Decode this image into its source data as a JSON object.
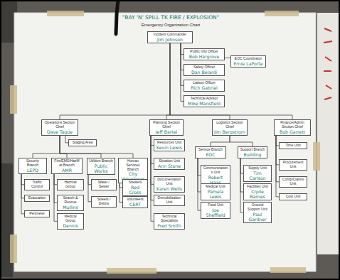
{
  "diagram": {
    "title": "\"BAY 'N' SPILL TK FIRE / EXPLOSION\"",
    "nodes": [
      {
        "text": [
          "Incident Commander",
          "Jim Johnson"
        ]
      },
      {
        "text": [
          "Public Info Officer",
          "Bob Hargrove"
        ]
      },
      {
        "text": [
          "EOC Coordinator",
          "Ernie LaPorte"
        ]
      },
      {
        "text": [
          "Safety Officer",
          "Dan Belardi"
        ]
      },
      {
        "text": [
          "Liaison Officer",
          "Rich Gabriel"
        ]
      },
      {
        "text": [
          "Technical Advisor",
          "Mike Mansfield"
        ]
      },
      {
        "text": [
          "Operations Section Chief",
          "Dave Tague"
        ]
      },
      {
        "text": [
          "Planning Section Chief",
          "Jeff Bartel"
        ]
      },
      {
        "text": [
          "Logistics Section Chief",
          "Jim Bergstrom"
        ]
      },
      {
        "text": [
          "Finance/Admin Section Chief",
          "Bob Garrett"
        ]
      },
      {
        "text": [
          "Staging Area"
        ]
      },
      {
        "text": [
          "Security Branch",
          "LEPD"
        ]
      },
      {
        "text": [
          "Fire/EMS/HazMat Branch",
          "AMR"
        ]
      },
      {
        "text": [
          "Utilities Branch",
          "Public Works"
        ]
      },
      {
        "text": [
          "Human Services Branch",
          "City Volunteers"
        ]
      },
      {
        "text": [
          "Traffic Control"
        ]
      },
      {
        "text": [
          "Evacuation"
        ]
      },
      {
        "text": [
          "Perimeter"
        ]
      },
      {
        "text": [
          "Hazmat Group"
        ]
      },
      {
        "text": [
          "Search & Rescue",
          "Mullins"
        ]
      },
      {
        "text": [
          "Medical Group",
          "Dennis"
        ]
      },
      {
        "text": [
          "Water / Sewer"
        ]
      },
      {
        "text": [
          "Streets / Debris"
        ]
      },
      {
        "text": [
          "Shelters",
          "Red Cross"
        ]
      },
      {
        "text": [
          "Volunteers",
          "CERT"
        ]
      },
      {
        "text": [
          "Resources Unit",
          "Kevin Lewis"
        ]
      },
      {
        "text": [
          "Situation Unit",
          "Ann Stone"
        ]
      },
      {
        "text": [
          "Documentation Unit",
          "Karen Wells"
        ]
      },
      {
        "text": [
          "Demobilization Unit"
        ]
      },
      {
        "text": [
          "Technical Specialists",
          "Fred Smith"
        ]
      },
      {
        "text": [
          "Service Branch",
          "EOC"
        ]
      },
      {
        "text": [
          "Support Branch",
          "Building"
        ]
      },
      {
        "text": [
          "Communications Unit",
          "Robert Haas"
        ]
      },
      {
        "text": [
          "Medical Unit",
          "Pamela Lewis"
        ]
      },
      {
        "text": [
          "Food Unit",
          "Joe Sheffield"
        ]
      },
      {
        "text": [
          "Supply Unit",
          "Tim Carlson"
        ]
      },
      {
        "text": [
          "Facilities Unit",
          "Clyde Barnes"
        ]
      },
      {
        "text": [
          "Ground Support Unit",
          "Paul Gardner"
        ]
      },
      {
        "text": [
          "Time Unit"
        ]
      },
      {
        "text": [
          "Procurement Unit"
        ]
      },
      {
        "text": [
          "Comp/Claims Unit"
        ]
      },
      {
        "text": [
          "Cost Unit"
        ]
      }
    ],
    "edges": [
      {
        "from": 0,
        "to": 1,
        "arrow": "none"
      },
      {
        "from": 1,
        "to": 2,
        "arrow": "none"
      },
      {
        "from": 0,
        "to": 3,
        "arrow": "none"
      },
      {
        "from": 0,
        "to": 4,
        "arrow": "none"
      },
      {
        "from": 0,
        "to": 5,
        "arrow": "none"
      },
      {
        "from": 0,
        "to": 6,
        "arrow": "none"
      },
      {
        "from": 0,
        "to": 7,
        "arrow": "none"
      },
      {
        "from": 0,
        "to": 8,
        "arrow": "none"
      },
      {
        "from": 0,
        "to": 9,
        "arrow": "none"
      },
      {
        "from": 6,
        "to": 10,
        "arrow": "none"
      },
      {
        "from": 6,
        "to": 11,
        "arrow": "none"
      },
      {
        "from": 6,
        "to": 12,
        "arrow": "none"
      },
      {
        "from": 6,
        "to": 13,
        "arrow": "none"
      },
      {
        "from": 6,
        "to": 14,
        "arrow": "none"
      },
      {
        "from": 11,
        "to": 15,
        "arrow": "none"
      },
      {
        "from": 11,
        "to": 16,
        "arrow": "none"
      },
      {
        "from": 11,
        "to": 17,
        "arrow": "none"
      },
      {
        "from": 12,
        "to": 18,
        "arrow": "none"
      },
      {
        "from": 12,
        "to": 19,
        "arrow": "none"
      },
      {
        "from": 12,
        "to": 20,
        "arrow": "none"
      },
      {
        "from": 13,
        "to": 21,
        "arrow": "none"
      },
      {
        "from": 13,
        "to": 22,
        "arrow": "none"
      },
      {
        "from": 14,
        "to": 23,
        "arrow": "none"
      },
      {
        "from": 14,
        "to": 24,
        "arrow": "none"
      },
      {
        "from": 7,
        "to": 25,
        "arrow": "none"
      },
      {
        "from": 7,
        "to": 26,
        "arrow": "none"
      },
      {
        "from": 7,
        "to": 27,
        "arrow": "none"
      },
      {
        "from": 7,
        "to": 28,
        "arrow": "none"
      },
      {
        "from": 7,
        "to": 29,
        "arrow": "none"
      },
      {
        "from": 8,
        "to": 30,
        "arrow": "none"
      },
      {
        "from": 8,
        "to": 31,
        "arrow": "none"
      },
      {
        "from": 30,
        "to": 32,
        "arrow": "none"
      },
      {
        "from": 30,
        "to": 33,
        "arrow": "none"
      },
      {
        "from": 30,
        "to": 34,
        "arrow": "none"
      },
      {
        "from": 31,
        "to": 35,
        "arrow": "none"
      },
      {
        "from": 31,
        "to": 36,
        "arrow": "none"
      },
      {
        "from": 31,
        "to": 37,
        "arrow": "none"
      },
      {
        "from": 9,
        "to": 38,
        "arrow": "none"
      },
      {
        "from": 9,
        "to": 39,
        "arrow": "none"
      },
      {
        "from": 9,
        "to": 40,
        "arrow": "none"
      },
      {
        "from": 9,
        "to": 41,
        "arrow": "none"
      }
    ],
    "labels": [
      "Emergency Organization Chart"
    ]
  }
}
